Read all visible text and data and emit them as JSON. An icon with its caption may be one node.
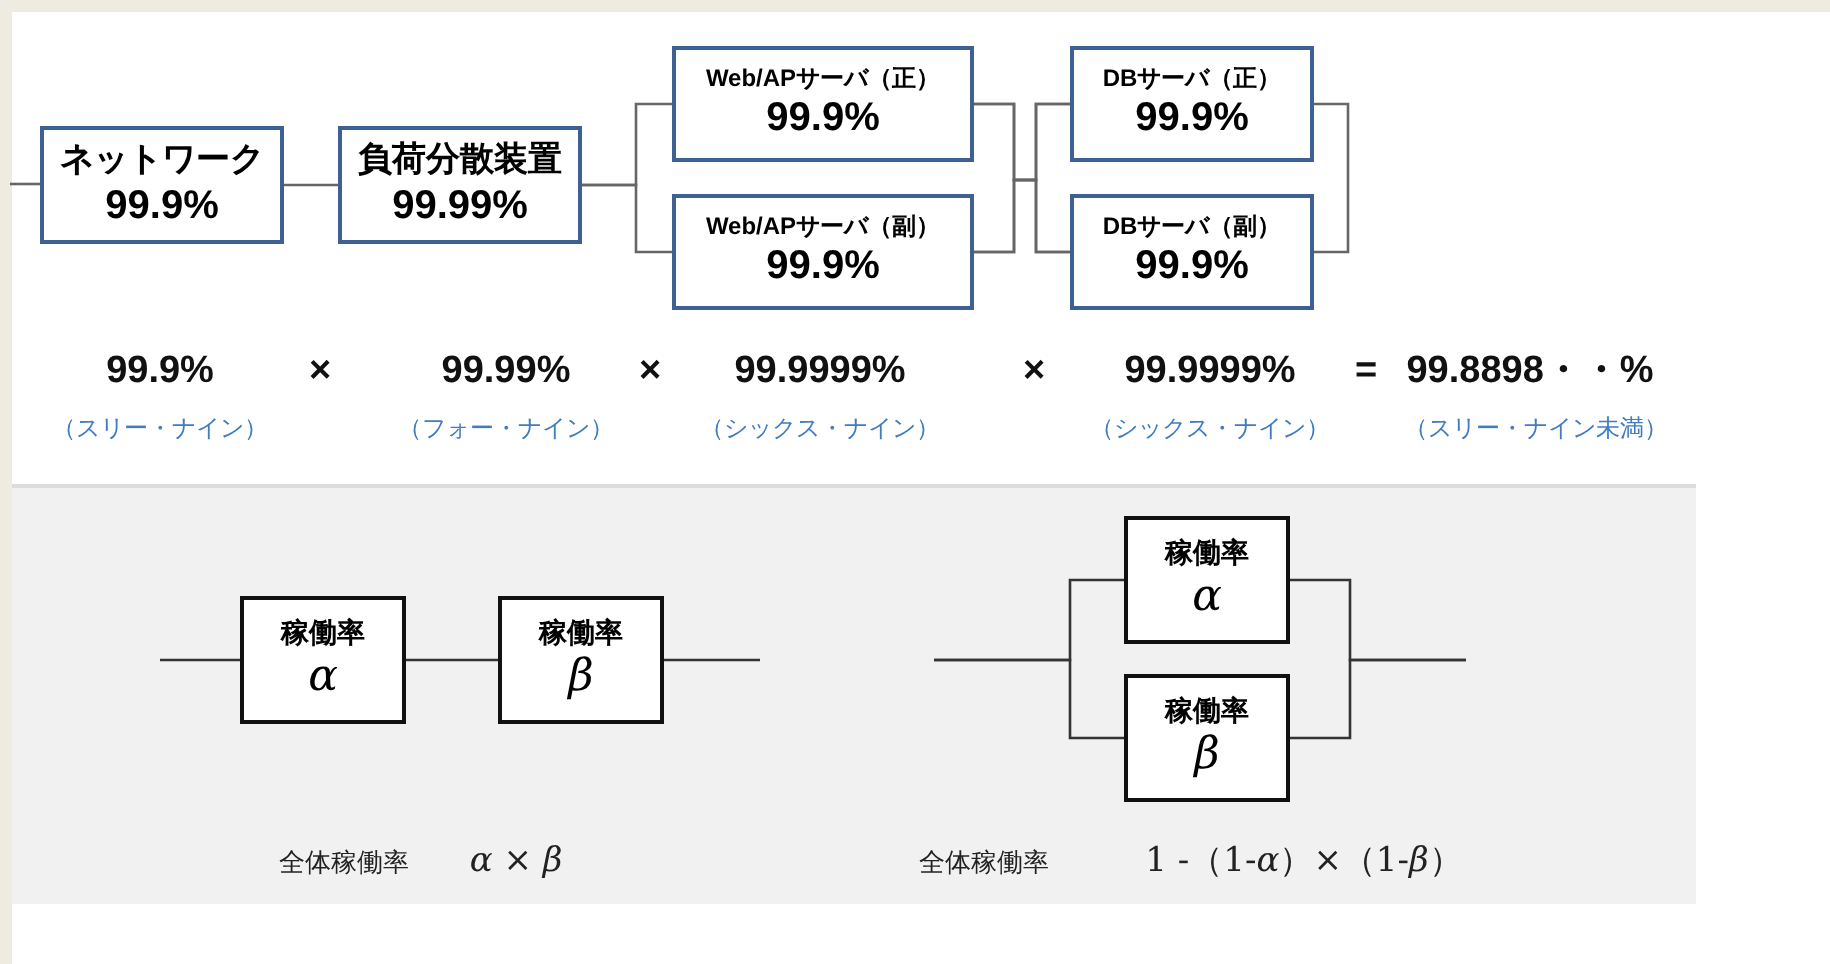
{
  "diagram": {
    "nodes": [
      {
        "text": [
          "ネットワーク",
          "99.9%"
        ]
      },
      {
        "text": [
          "負荷分散装置",
          "99.99%"
        ]
      },
      {
        "text": [
          "Web/APサーバ（正）",
          "99.9%"
        ]
      },
      {
        "text": [
          "Web/APサーバ（副）",
          "99.9%"
        ]
      },
      {
        "text": [
          "DBサーバ（正）",
          "99.9%"
        ]
      },
      {
        "text": [
          "DBサーバ（副）",
          "99.9%"
        ]
      },
      {
        "text": [
          "稼働率",
          "α"
        ]
      },
      {
        "text": [
          "稼働率",
          "β"
        ]
      },
      {
        "text": [
          "稼働率",
          "α"
        ]
      },
      {
        "text": [
          "稼働率",
          "β"
        ]
      }
    ],
    "edges": [
      {
        "from": null,
        "to": 0,
        "arrow": "none"
      },
      {
        "from": 0,
        "to": 1,
        "arrow": "none"
      },
      {
        "from": 1,
        "to": 2,
        "arrow": "none"
      },
      {
        "from": 1,
        "to": 3,
        "arrow": "none"
      },
      {
        "from": 2,
        "to": 4,
        "arrow": "none"
      },
      {
        "from": 2,
        "to": 5,
        "arrow": "none"
      },
      {
        "from": 3,
        "to": 4,
        "arrow": "none"
      },
      {
        "from": 3,
        "to": 5,
        "arrow": "none"
      },
      {
        "from": 4,
        "to": 5,
        "arrow": "none"
      },
      {
        "from": null,
        "to": 6,
        "arrow": "none"
      },
      {
        "from": 6,
        "to": 7,
        "arrow": "none"
      },
      {
        "from": 7,
        "to": null,
        "arrow": "none"
      },
      {
        "from": null,
        "to": 8,
        "arrow": "none"
      },
      {
        "from": null,
        "to": 9,
        "arrow": "none"
      },
      {
        "from": 8,
        "to": null,
        "arrow": "none"
      },
      {
        "from": 9,
        "to": null,
        "arrow": "none"
      }
    ],
    "labels": [
      "99.9%",
      "×",
      "99.99%",
      "×",
      "99.9999%",
      "×",
      "99.9999%",
      "=",
      "99.8898・・%",
      "（スリー・ナイン）",
      "（フォー・ナイン）",
      "（シックス・ナイン）",
      "（シックス・ナイン）",
      "（スリー・ナイン未満）",
      "全体稼働率",
      "*α* × *β*",
      "全体稼働率",
      "1 -（1-*α*）×（1-*β*）"
    ]
  }
}
